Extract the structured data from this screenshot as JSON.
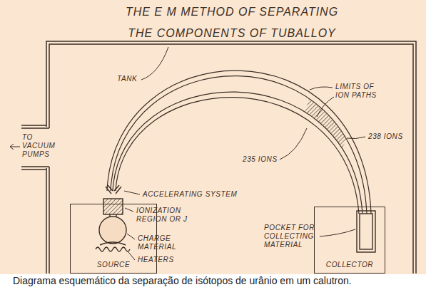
{
  "diagram": {
    "title": "THE E M METHOD OF SEPARATING THE COMPONENTS OF TUBALLOY",
    "caption": "Diagrama esquemático da separação de isótopos de urânio em um calutron.",
    "nodes": [
      {
        "text": [
          "SOURCE"
        ]
      },
      {
        "text": [
          "COLLECTOR"
        ]
      }
    ],
    "labels": [
      "TANK",
      "LIMITS OF ION PATHS",
      "238 IONS",
      "235 IONS",
      "TO VACUUM PUMPS",
      "ACCELERATING SYSTEM",
      "IONIZATION REGION OR J",
      "CHARGE MATERIAL",
      "HEATERS",
      "POCKET FOR COLLECTING MATERIAL"
    ]
  }
}
